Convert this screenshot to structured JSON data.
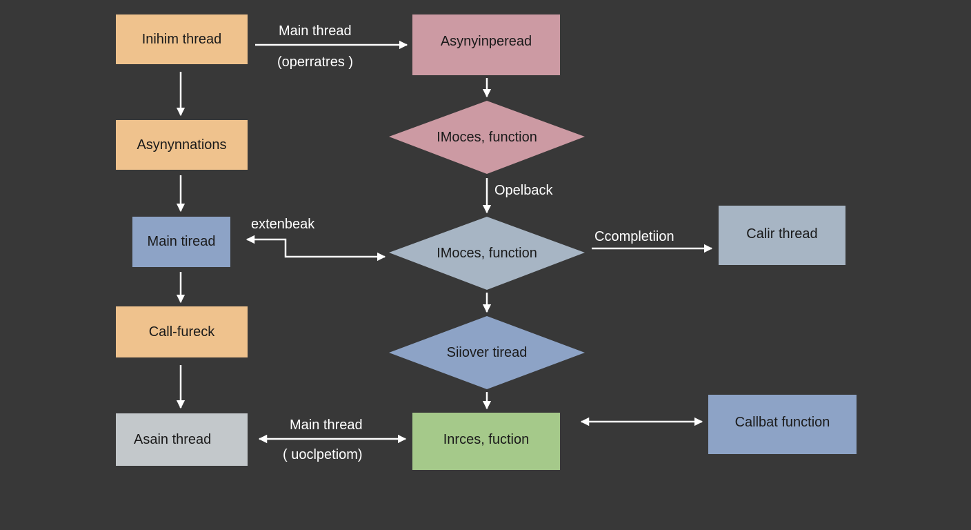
{
  "colors": {
    "background": "#383838",
    "orange": "#efc28d",
    "pink": "#cc9aa3",
    "blue": "#8da3c6",
    "gray_blue": "#a7b5c4",
    "light_gray": "#c3c8cb",
    "green": "#a5c98a",
    "arrow": "#ffffff"
  },
  "nodes": {
    "inihim_thread": "Inihim thread",
    "asynynnations": "Asynynnations",
    "main_tiread": "Main tiread",
    "call_fureck": "Call-fureck",
    "asain_thread": "Asain thread",
    "asynyinperead": "Asynyinperead",
    "imoces_function_1": "IMoces, function",
    "imoces_function_2": "IMoces, function",
    "siiover_tiread": "Siiover tiread",
    "inrces_fuction": "Inrces, fuction",
    "calir_thread": "Calir thread",
    "callbat_function": "Callbat function"
  },
  "edge_labels": {
    "top_main_thread": "Main thread",
    "top_operratres": "(operratres )",
    "opelback": "Opelback",
    "extenbeak": "extenbeak",
    "ccompletiion": "Ccompletiion",
    "bottom_main_thread": "Main thread",
    "bottom_uoclpetiom": "( uoclpetiom)"
  }
}
